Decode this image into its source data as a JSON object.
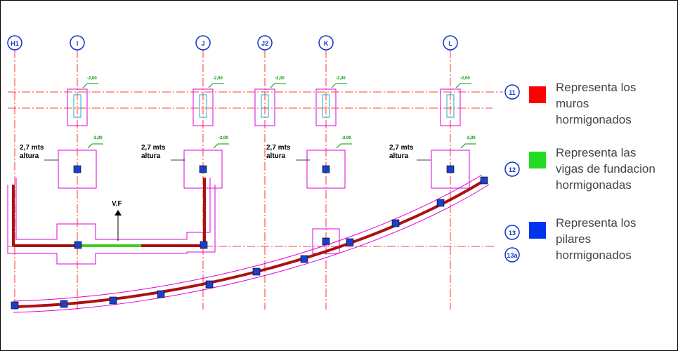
{
  "grid": {
    "columns": [
      "H1",
      "I",
      "J",
      "J2",
      "K",
      "L"
    ],
    "rows": [
      "11",
      "12",
      "13",
      "13a"
    ]
  },
  "annotations": {
    "height_labels": [
      {
        "line1": "2,7 mts",
        "line2": "altura"
      },
      {
        "line1": "2,7 mts",
        "line2": "altura"
      },
      {
        "line1": "2,7 mts",
        "line2": "altura"
      },
      {
        "line1": "2,7 mts",
        "line2": "altura"
      }
    ],
    "vf_label": "V.F",
    "level_tag": "-2,00"
  },
  "legend": [
    {
      "lines": [
        "Representa los",
        "muros",
        "hormigonados"
      ],
      "color": "#ff0000"
    },
    {
      "lines": [
        "Representa las",
        "vigas de fundacion",
        "hormigonadas"
      ],
      "color": "#22dd22"
    },
    {
      "lines": [
        "Representa los",
        "pilares",
        "hormigonados"
      ],
      "color": "#0033ee"
    }
  ],
  "colors": {
    "grid_line": "#ff0000",
    "bubble": "#1133cc",
    "outline": "#dd00dd",
    "wall": "#aa1111",
    "beam": "#44cc22",
    "pillar": "#1a3fcc",
    "tag": "#009900"
  }
}
